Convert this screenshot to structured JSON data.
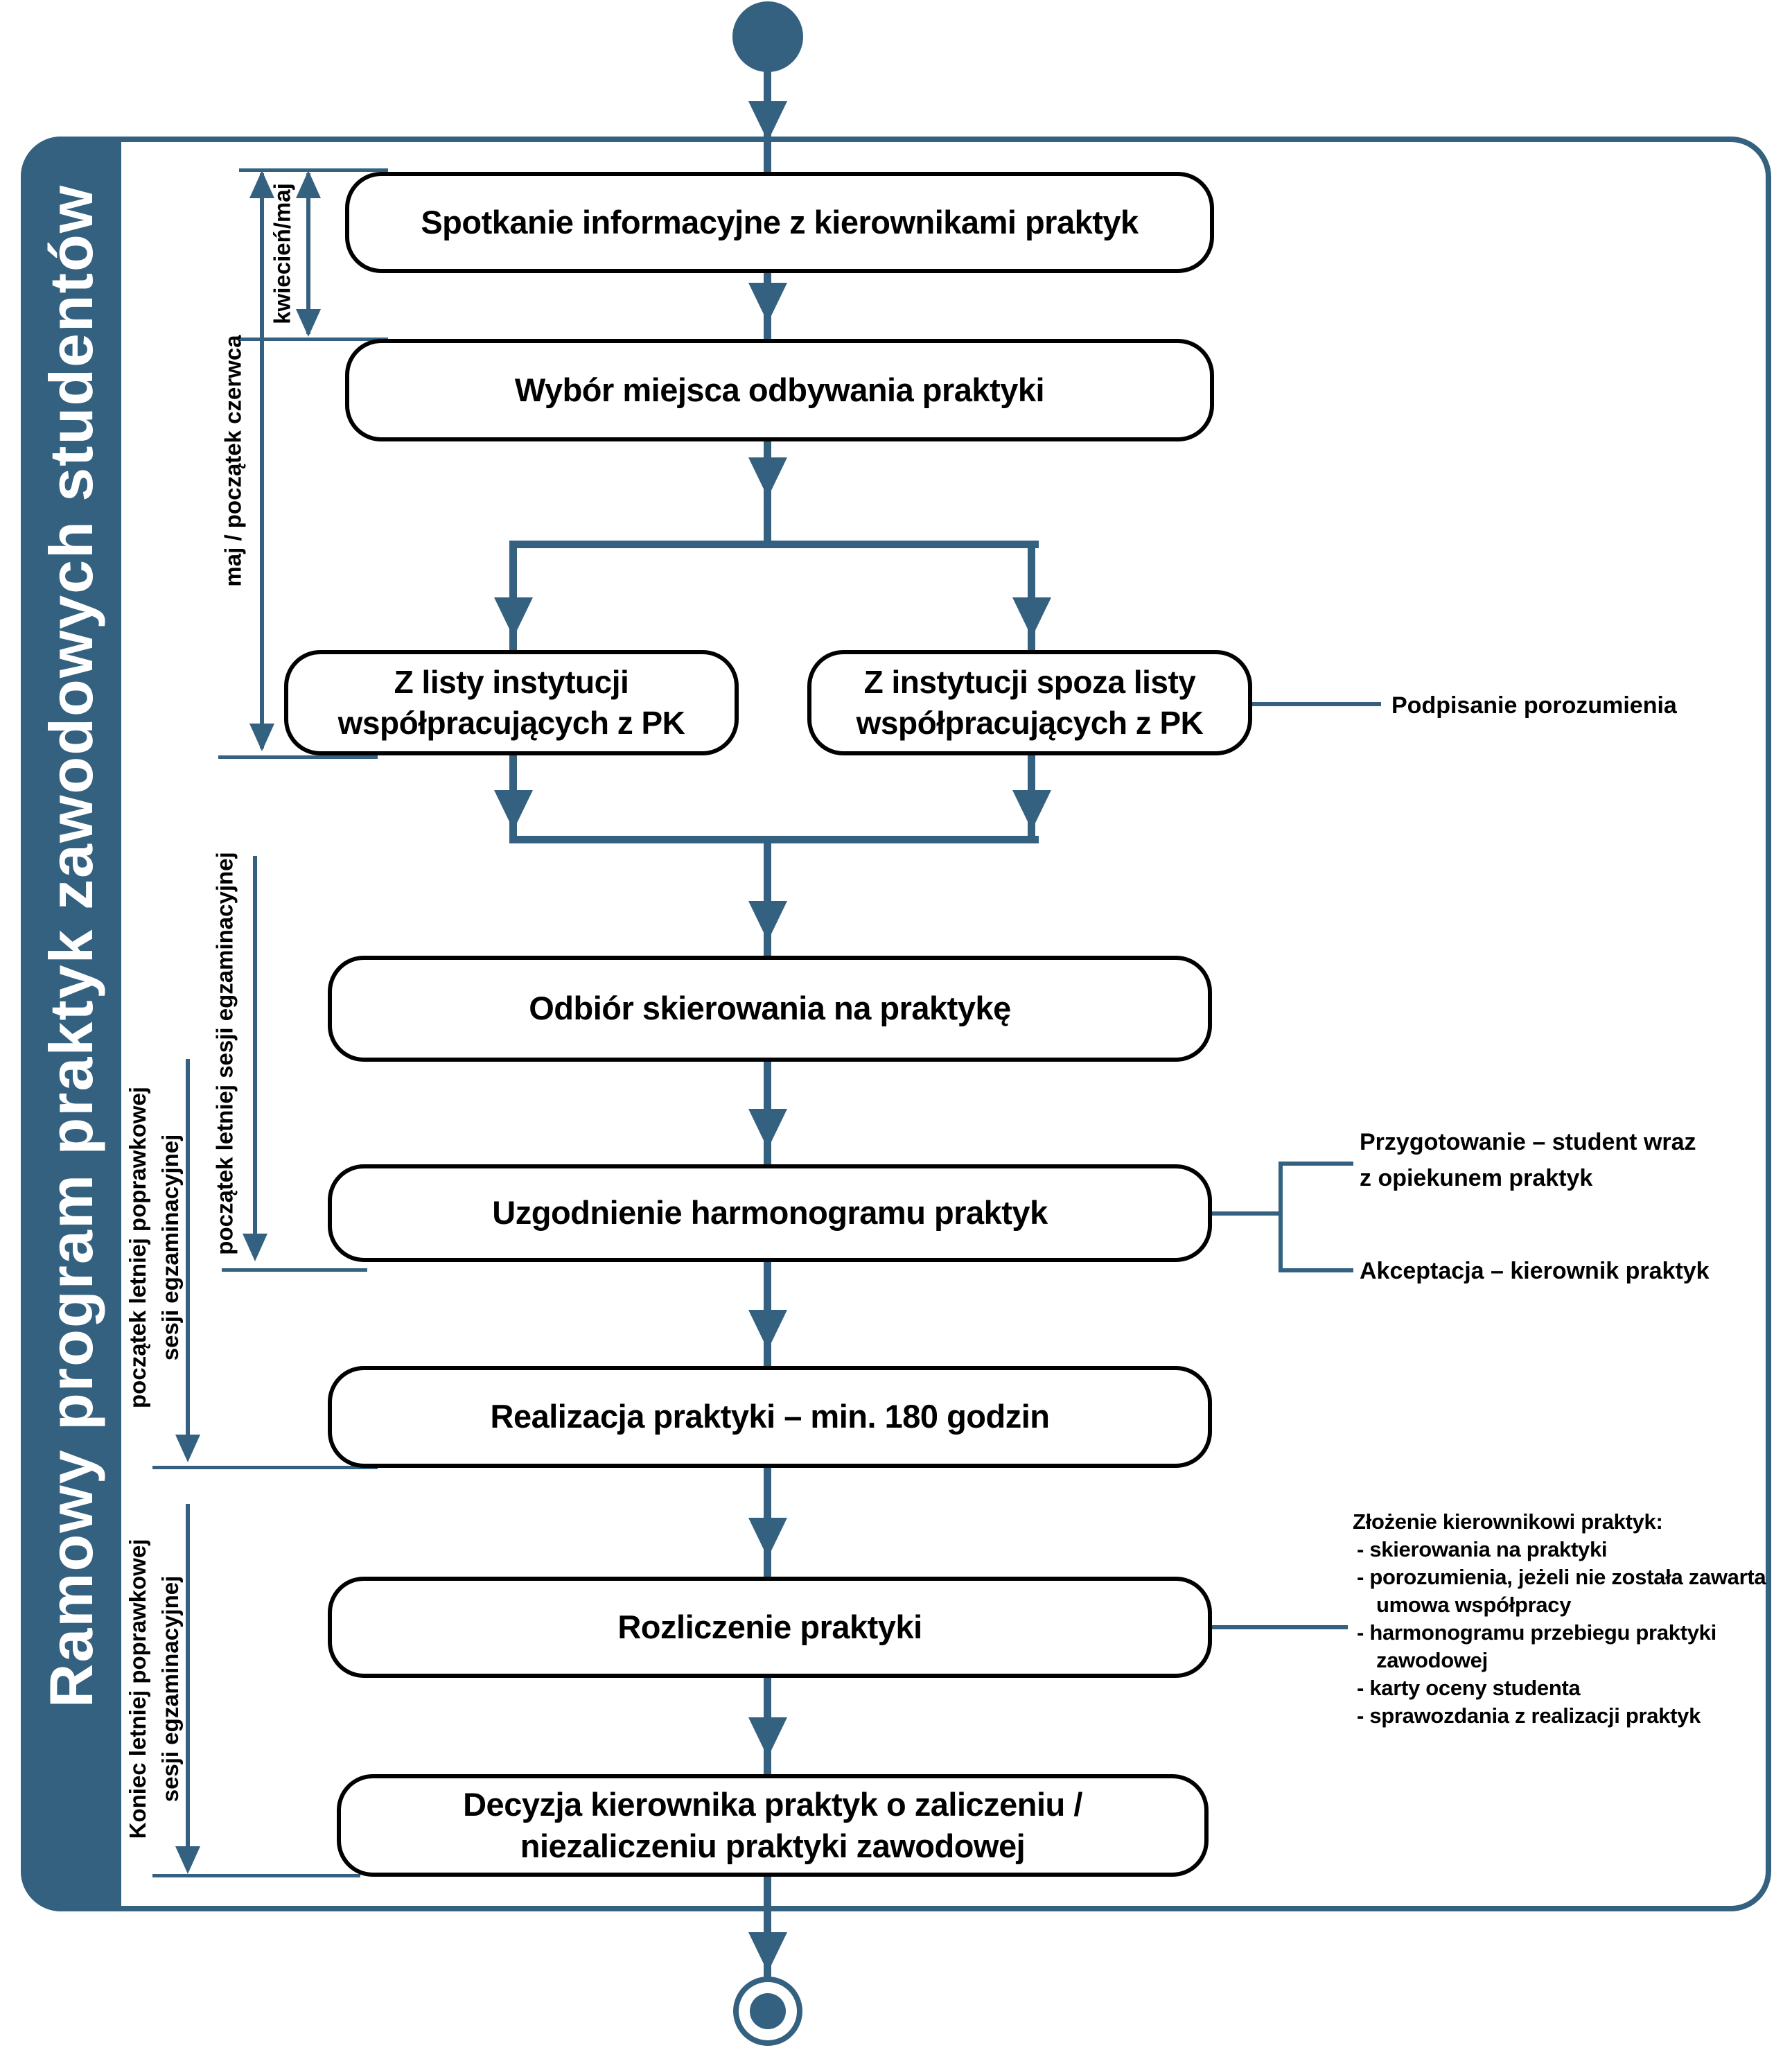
{
  "colors": {
    "accent": "#33617F",
    "box_border": "#000000",
    "box_fill": "#FFFFFF",
    "text": "#000000",
    "title_text": "#FFFFFF"
  },
  "sidebar": {
    "title": "Ramowy program praktyk zawodowych studentów"
  },
  "flow": {
    "steps": {
      "step1": "Spotkanie informacyjne z kierownikami praktyk",
      "step2": "Wybór miejsca odbywania praktyki",
      "choice_left": {
        "line1": "Z listy instytucji",
        "line2": "współpracujących z PK"
      },
      "choice_right": {
        "line1": "Z instytucji spoza listy",
        "line2": "współpracujących z PK"
      },
      "step4": "Odbiór skierowania na praktykę",
      "step5": "Uzgodnienie harmonogramu praktyk",
      "step6": "Realizacja praktyki – min. 180 godzin",
      "step7": "Rozliczenie praktyki",
      "step8": {
        "line1": "Decyzja kierownika praktyk o zaliczeniu /",
        "line2": "niezaliczeniu praktyki zawodowej"
      }
    }
  },
  "timeline": {
    "kwiecien_maj": "kwiecień/maj",
    "maj_czerwiec": "maj / początek czerwca",
    "sesja_egz": "początek letniej sesji egzaminacyjnej",
    "poprawkowa": {
      "line1": "początek letniej poprawkowej",
      "line2": "sesji egzaminacyjnej"
    },
    "koniec": {
      "line1": "Koniec letniej poprawkowej",
      "line2": "sesji egzaminacyjnej"
    }
  },
  "annotations": {
    "podpisanie": "Podpisanie porozumienia",
    "przygotowanie": {
      "line1": "Przygotowanie – student wraz",
      "line2": "z opiekunem praktyk"
    },
    "akceptacja": "Akceptacja – kierownik praktyk",
    "zlozenie": {
      "title": "Złożenie kierownikowi praktyk:",
      "items": [
        "- skierowania na praktyki",
        "- porozumienia, jeżeli nie została zawarta",
        "umowa współpracy",
        "- harmonogramu przebiegu praktyki",
        "zawodowej",
        "- karty oceny studenta",
        "- sprawozdania z realizacji praktyk"
      ]
    }
  }
}
